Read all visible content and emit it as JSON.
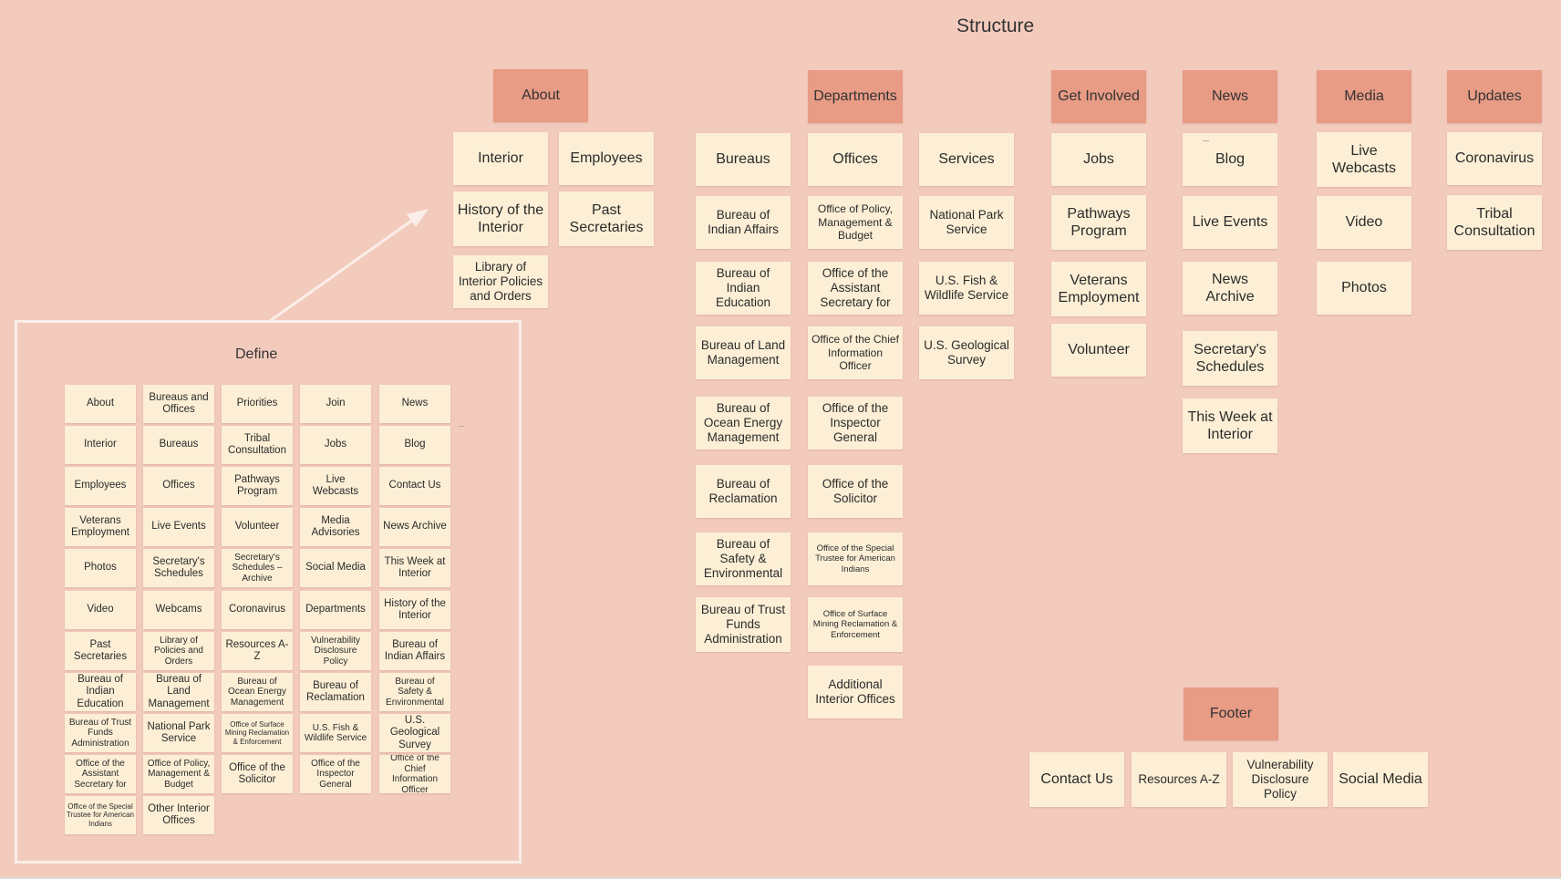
{
  "structure": {
    "title": "Structure",
    "headers": {
      "about": "About",
      "departments": "Departments",
      "get_involved": "Get Involved",
      "news": "News",
      "media": "Media",
      "updates": "Updates",
      "footer": "Footer"
    },
    "about_items": {
      "interior": "Interior",
      "employees": "Employees",
      "history": "History of the Interior",
      "past_secretaries": "Past Secretaries",
      "library": "Library of Interior Policies and Orders"
    },
    "bureaus": [
      "Bureaus",
      "Bureau of Indian Affairs",
      "Bureau of Indian Education",
      "Bureau of Land Management",
      "Bureau of Ocean Energy Management",
      "Bureau of Reclamation",
      "Bureau of Safety & Environmental",
      "Bureau of Trust Funds Administration"
    ],
    "offices": [
      "Offices",
      "Office of Policy, Management & Budget",
      "Office of the Assistant Secretary for",
      "Office of the Chief Information Officer",
      "Office of the Inspector General",
      "Office of the Solicitor",
      "Office of the Special Trustee for American Indians",
      "Office of Surface Mining Reclamation & Enforcement",
      "Additional Interior Offices"
    ],
    "services": [
      "Services",
      "National Park Service",
      "U.S. Fish & Wildlife Service",
      "U.S. Geological Survey"
    ],
    "get_involved_items": [
      "Jobs",
      "Pathways Program",
      "Veterans Employment",
      "Volunteer"
    ],
    "news_items": [
      "Blog",
      "Live Events",
      "News Archive",
      "Secretary's Schedules",
      "This Week at Interior"
    ],
    "media_items": [
      "Live Webcasts",
      "Video",
      "Photos"
    ],
    "updates_items": [
      "Coronavirus",
      "Tribal Consultation"
    ],
    "footer_items": [
      "Contact Us",
      "Resources A-Z",
      "Vulnerability Disclosure Policy",
      "Social Media"
    ]
  },
  "define": {
    "title": "Define",
    "columns": [
      [
        "About",
        "Interior",
        "Employees",
        "Veterans Employment",
        "Photos",
        "Video",
        "Past Secretaries",
        "Bureau of Indian Education",
        "Bureau of Trust Funds Administration",
        "Office of the Assistant Secretary for",
        "Office of the Special Trustee for American Indians"
      ],
      [
        "Bureaus and Offices",
        "Bureaus",
        "Offices",
        "Live Events",
        "Secretary's Schedules",
        "Webcams",
        "Library of Policies and Orders",
        "Bureau of Land Management",
        "National Park Service",
        "Office of Policy, Management & Budget",
        "Other Interior Offices"
      ],
      [
        "Priorities",
        "Tribal Consultation",
        "Pathways Program",
        "Volunteer",
        "Secretary's Schedules – Archive",
        "Coronavirus",
        "Resources A-Z",
        "Bureau of Ocean Energy Management",
        "Office of Surface Mining Reclamation & Enforcement",
        "Office of the Solicitor"
      ],
      [
        "Join",
        "Jobs",
        "Live Webcasts",
        "Media Advisories",
        "Social Media",
        "Departments",
        "Vulnerability Disclosure Policy",
        "Bureau of Reclamation",
        "U.S. Fish & Wildlife Service",
        "Office of the Inspector General"
      ],
      [
        "News",
        "Blog",
        "Contact Us",
        "News Archive",
        "This Week at Interior",
        "History of the Interior",
        "Bureau of Indian Affairs",
        "Bureau of Safety & Environmental",
        "U.S. Geological Survey",
        "Office of the Chief Information Officer"
      ]
    ]
  }
}
